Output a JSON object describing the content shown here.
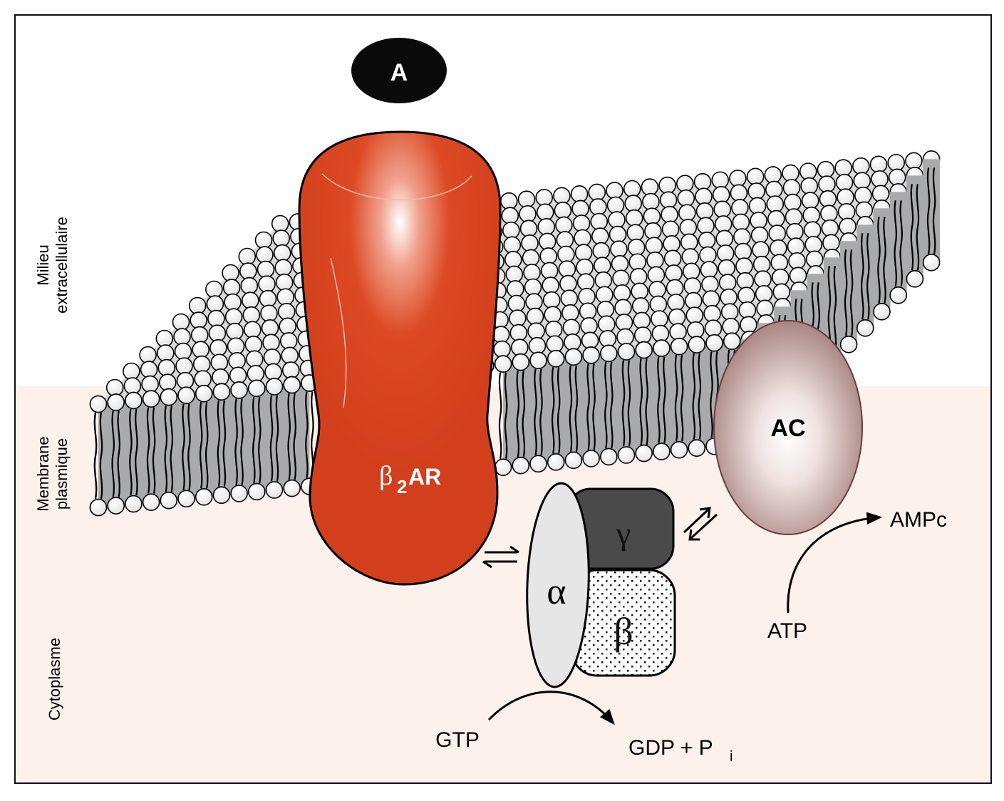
{
  "regions": {
    "extracellular": [
      "Milieu",
      "extracellulaire"
    ],
    "membrane": [
      "Membrane",
      "plasmique"
    ],
    "cytoplasm": [
      "Cytoplasme"
    ]
  },
  "molecules": {
    "agonist": "A",
    "receptor_greek": "β",
    "receptor_sub": "2",
    "receptor_suffix": "AR",
    "adenylyl_cyclase": "AC",
    "g_alpha": "α",
    "g_beta": "β",
    "g_gamma": "γ"
  },
  "reactions": {
    "gtp": "GTP",
    "gdp_pi": "GDP + P",
    "gdp_pi_sub": "i",
    "atp": "ATP",
    "camp": "AMPc"
  },
  "colors": {
    "receptor": "#d8401e",
    "adenylyl_cyclase": "#b89592",
    "cytoplasm": "#fdf1ec",
    "membrane_core": "#a9aaac",
    "g_gamma": "#4a4a4a",
    "g_alpha": "#e6e6e6",
    "agonist": "#0a0a0a"
  }
}
